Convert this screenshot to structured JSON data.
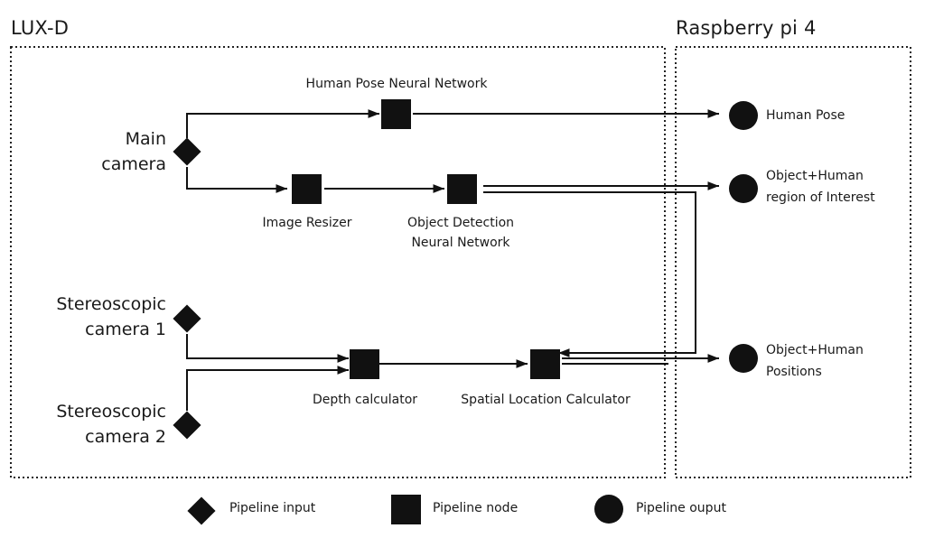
{
  "regions": {
    "luxd": {
      "title": "LUX-D"
    },
    "rpi": {
      "title": "Raspberry pi 4"
    }
  },
  "inputs": {
    "main_camera": {
      "line1": "Main",
      "line2": "camera"
    },
    "stereo_1": {
      "line1": "Stereoscopic",
      "line2": "camera 1"
    },
    "stereo_2": {
      "line1": "Stereoscopic",
      "line2": "camera 2"
    }
  },
  "nodes": {
    "human_pose": {
      "label": "Human Pose Neural Network"
    },
    "image_resizer": {
      "label": "Image Resizer"
    },
    "object_detection": {
      "line1": "Object Detection",
      "line2": "Neural Network"
    },
    "depth_calculator": {
      "label": "Depth calculator"
    },
    "spatial_location": {
      "label": "Spatial Location Calculator"
    }
  },
  "outputs": {
    "human_pose": {
      "line1": "Human Pose"
    },
    "roi": {
      "line1": "Object+Human",
      "line2": "region of Interest"
    },
    "positions": {
      "line1": "Object+Human",
      "line2": "Positions"
    }
  },
  "legend": {
    "input": "Pipeline input",
    "node": "Pipeline node",
    "output": "Pipeline ouput"
  },
  "colors": {
    "ink": "#111111",
    "background": "#ffffff"
  }
}
